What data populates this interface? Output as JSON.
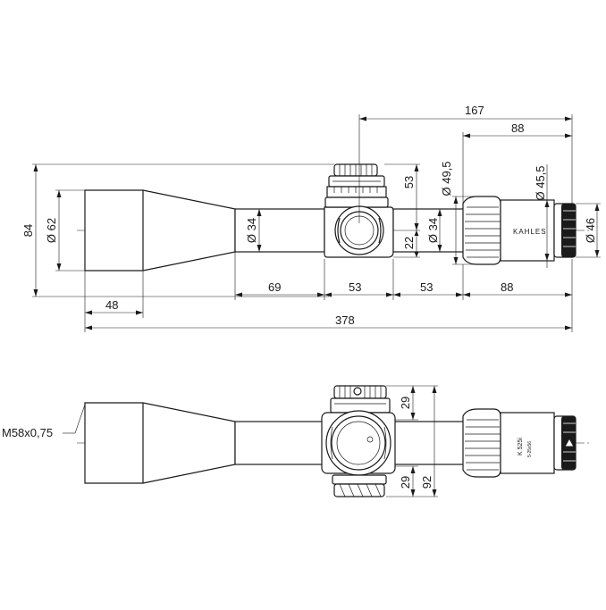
{
  "drawing": {
    "top_view": {
      "dimensions": {
        "dim_167": "167",
        "dim_88_top": "88",
        "dim_53_turret": "53",
        "dim_49_5": "49,5",
        "dim_45_5": "45,5",
        "dim_84": "84",
        "dim_62": "62",
        "dim_34_tube": "34",
        "dim_22": "22",
        "dim_34_rear": "34",
        "dim_46": "46",
        "dim_69": "69",
        "dim_53_a": "53",
        "dim_53_b": "53",
        "dim_88_bottom": "88",
        "dim_48": "48",
        "dim_378": "378"
      },
      "brand_label": "KAHLES",
      "diameter_symbol": "Ø"
    },
    "bottom_view": {
      "thread_label": "M58x0,75",
      "dimensions": {
        "dim_29_top": "29",
        "dim_29_bottom": "29",
        "dim_92": "92"
      },
      "eyepiece_text_1": "K 525i",
      "eyepiece_text_2": "5-25x56"
    }
  }
}
